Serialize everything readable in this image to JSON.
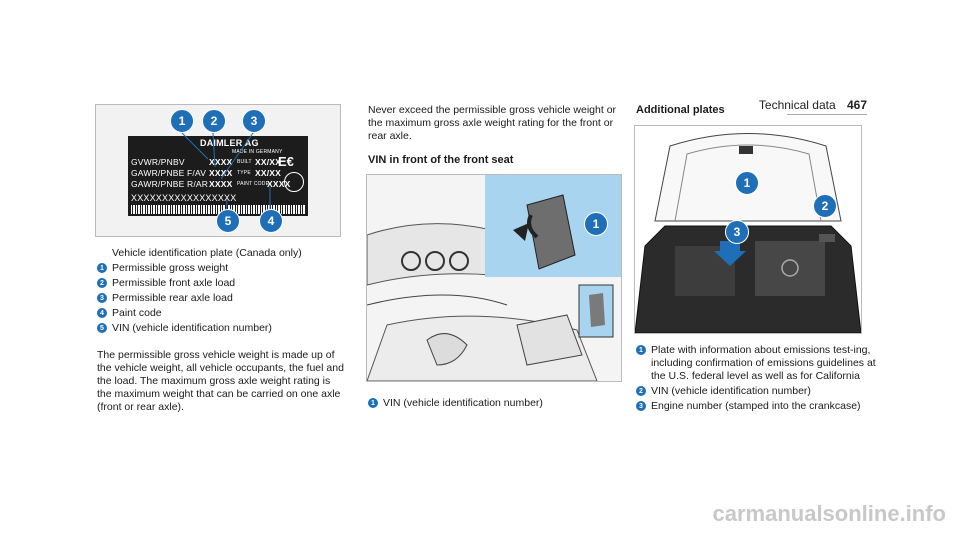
{
  "header": {
    "section": "Technical data",
    "page": "467"
  },
  "col1": {
    "plate": {
      "maker": "DAIMLER AG",
      "made_in": "MADE IN GERMANY",
      "rows": [
        {
          "label": "GVWR/PNBV",
          "val": "XXXX",
          "tag": "BUILT",
          "val2": "XX/XX"
        },
        {
          "label": "GAWR/PNBE F/AV",
          "val": "XXXX",
          "tag": "TYPE",
          "val2": "XX/XX"
        },
        {
          "label": "GAWR/PNBE R/AR",
          "val": "XXXX",
          "tag": "PAINT CODE",
          "val2": "XXXX"
        }
      ],
      "vin": "XXXXXXXXXXXXXXXXX",
      "logo": "E€"
    },
    "callouts": [
      "1",
      "2",
      "3",
      "4",
      "5"
    ],
    "legend_title": "Vehicle identification plate (Canada only)",
    "legend": [
      {
        "num": "1",
        "text": "Permissible gross weight"
      },
      {
        "num": "2",
        "text": "Permissible front axle load"
      },
      {
        "num": "3",
        "text": "Permissible rear axle load"
      },
      {
        "num": "4",
        "text": "Paint code"
      },
      {
        "num": "5",
        "text": "VIN (vehicle identification number)"
      }
    ],
    "paragraph": "The permissible gross vehicle weight is made up of the vehicle weight, all vehicle occupants, the fuel and the load. The maximum gross axle weight rating is the maximum weight that can be carried on one axle (front or rear axle)."
  },
  "col2": {
    "intro": "Never exceed the permissible gross vehicle weight or the maximum gross axle weight rating for the front or rear axle.",
    "heading": "VIN in front of the front seat",
    "callout": "1",
    "legend": [
      {
        "num": "1",
        "text": "VIN (vehicle identification number)"
      }
    ]
  },
  "col3": {
    "heading": "Additional plates",
    "callouts": [
      "1",
      "2",
      "3"
    ],
    "legend": [
      {
        "num": "1",
        "text": "Plate with information about emissions test-ing, including confirmation of emissions guidelines at the U.S. federal level as well as for California"
      },
      {
        "num": "2",
        "text": "VIN (vehicle identification number)"
      },
      {
        "num": "3",
        "text": "Engine number (stamped into the crankcase)"
      }
    ]
  },
  "watermark": "carmanualsonline.info",
  "colors": {
    "accent": "#1e6fb8",
    "panel": "#a8d4ef"
  }
}
